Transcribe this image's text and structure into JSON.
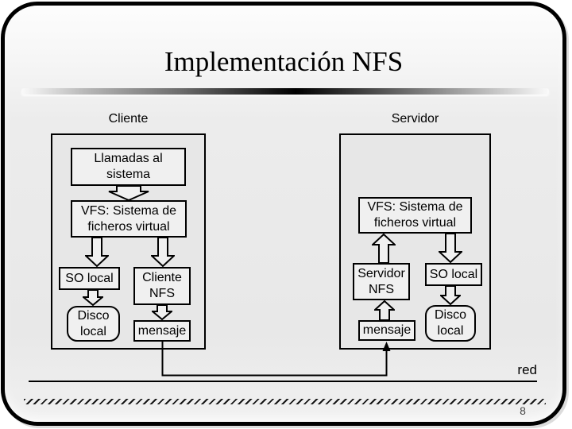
{
  "title": "Implementación NFS",
  "client": {
    "label": "Cliente",
    "syscalls_l1": "Llamadas al",
    "syscalls_l2": "sistema",
    "vfs_l1": "VFS: Sistema de",
    "vfs_l2": "ficheros virtual",
    "so_local": "SO local",
    "nfs_l1": "Cliente",
    "nfs_l2": "NFS",
    "disk_l1": "Disco",
    "disk_l2": "local",
    "message": "mensaje"
  },
  "server": {
    "label": "Servidor",
    "vfs_l1": "VFS: Sistema de",
    "vfs_l2": "ficheros virtual",
    "nfs_l1": "Servidor",
    "nfs_l2": "NFS",
    "so_local": "SO local",
    "disk_l1": "Disco",
    "disk_l2": "local",
    "message": "mensaje"
  },
  "network_label": "red",
  "page_number": "8",
  "colors": {
    "ink": "#000000",
    "box-fill": "#f0f0f0",
    "panel-fill": "#e7e7e7",
    "bg-top": "#fdfdfd",
    "bg-bottom": "#e8e8e8",
    "page-number": "#4a4a4a"
  }
}
